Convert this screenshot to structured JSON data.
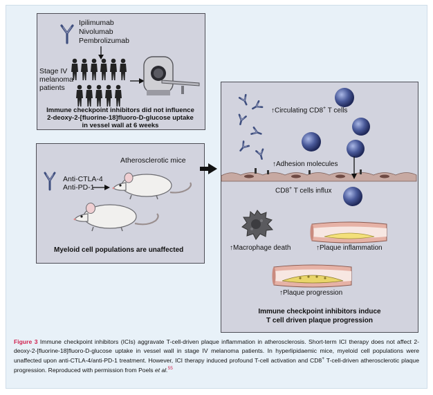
{
  "panel1": {
    "drugs": [
      "Ipilimumab",
      "Nivolumab",
      "Pembrolizumab"
    ],
    "patients_label": [
      "Stage IV",
      "melanoma",
      "patients"
    ],
    "conclusion": [
      "Immune checkpoint inhibitors did not influence",
      "2-deoxy-2-[fluorine-18]fluoro-D-glucose uptake",
      "in vessel wall at 6 weeks"
    ]
  },
  "panel2": {
    "title": "Atherosclerotic mice",
    "drugs": [
      "Anti-CTLA-4",
      "Anti-PD-1"
    ],
    "conclusion": "Myeloid cell populations are unaffected"
  },
  "panel3": {
    "circulating": "Circulating CD8",
    "circulating_suffix": " T cells",
    "adhesion": "Adhesion molecules",
    "influx": "CD8",
    "influx_suffix": " T cells influx",
    "macrophage": "Macrophage death",
    "inflammation": "Plaque inflammation",
    "progression": "Plaque progression",
    "conclusion": [
      "Immune checkpoint inhibitors induce",
      "T cell driven plaque progression"
    ],
    "up_arrow": "↑",
    "superscript_plus": "+"
  },
  "caption": {
    "label": "Figure 3",
    "body": " Immune checkpoint inhibitors (ICIs) aggravate T-cell-driven plaque inflammation in atherosclerosis. Short-term ICI therapy does not affect 2-deoxy-2-[fluorine-18]fluoro-D-glucose uptake in vessel wall in stage IV melanoma patients. In hyperlipidaemic mice, myeloid cell populations were unaffected upon anti-CTLA-4/anti-PD-1 treatment. However, ICI therapy induced profound T-cell activation and CD8",
    "sup": "+",
    "body2": " T-cell-driven atherosclerotic plaque progression. Reproduced with permission from Poels ",
    "etal": "et al.",
    "ref": "55"
  },
  "colors": {
    "panel_bg": "#d2d3de",
    "frame_bg": "#e8f1f8",
    "accent": "#d0234f",
    "antibody": "#3f4f7f",
    "cell": "#4a5a9a"
  }
}
